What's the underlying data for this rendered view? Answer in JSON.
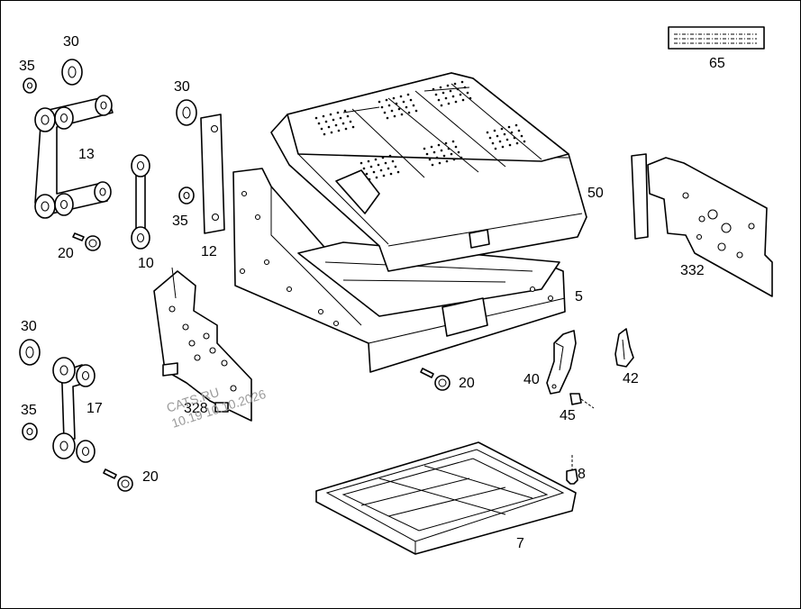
{
  "callouts": {
    "c30a": "30",
    "c35a": "35",
    "c13": "13",
    "c20a": "20",
    "c30b": "30",
    "c10": "10",
    "c35b": "35",
    "c12": "12",
    "c50": "50",
    "c5": "5",
    "c65": "65",
    "c332": "332",
    "c328": "328",
    "c30c": "30",
    "c17": "17",
    "c35c": "35",
    "c20b": "20",
    "c20c": "20",
    "c40": "40",
    "c42": "42",
    "c45": "45",
    "c8": "8",
    "c7": "7"
  },
  "watermark": {
    "line1": "CATS.RU",
    "line2": "10.19 10.10.2026"
  },
  "colors": {
    "line": "#000000",
    "background": "#ffffff",
    "watermark": "#9a9a9a"
  }
}
